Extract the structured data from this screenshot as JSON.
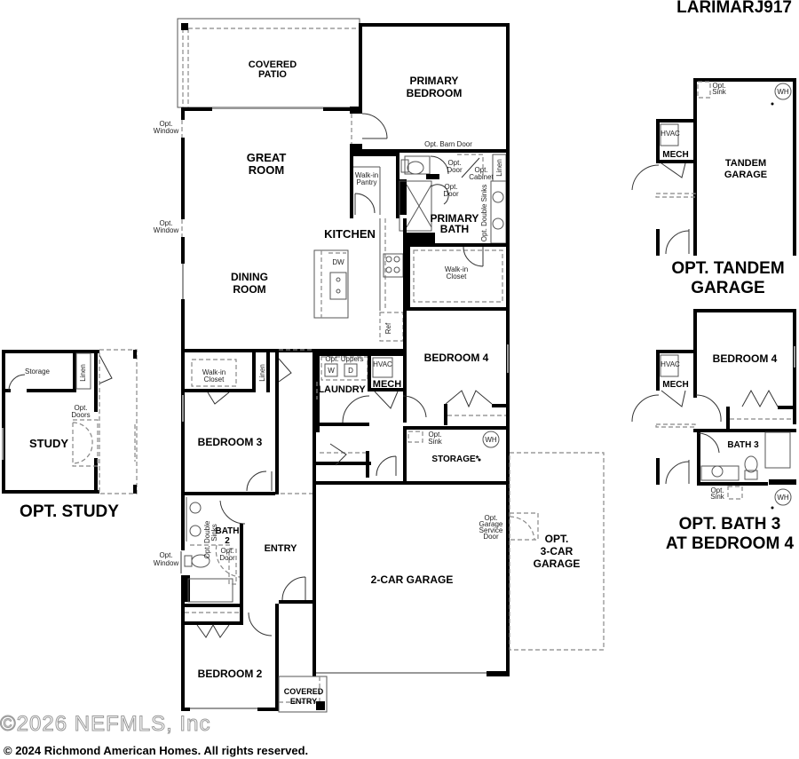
{
  "plan": {
    "code": "LARIMARJ917",
    "copyright": "© 2024 Richmond American Homes. All rights reserved.",
    "watermark": "©2026 NEFMLS, Inc"
  },
  "main_plan": {
    "rooms": {
      "covered_patio": [
        "COVERED",
        "PATIO"
      ],
      "primary_bedroom": [
        "PRIMARY",
        "BEDROOM"
      ],
      "great_room": [
        "GREAT",
        "ROOM"
      ],
      "kitchen": "KITCHEN",
      "dining_room": [
        "DINING",
        "ROOM"
      ],
      "primary_bath": [
        "PRIMARY",
        "BATH"
      ],
      "bedroom_4": "BEDROOM 4",
      "laundry": "LAUNDRY",
      "mech": "MECH",
      "bedroom_3": "BEDROOM 3",
      "storage": "STORAGE*",
      "bath_2": [
        "BATH",
        "2"
      ],
      "entry": "ENTRY",
      "two_car_garage": "2-CAR GARAGE",
      "opt_three_car_garage": [
        "OPT.",
        "3-CAR",
        "GARAGE"
      ],
      "bedroom_2": "BEDROOM 2",
      "covered_entry": [
        "COVERED",
        "ENTRY"
      ]
    },
    "notes": {
      "opt_window_1": [
        "Opt.",
        "Window"
      ],
      "opt_window_2": [
        "Opt.",
        "Window"
      ],
      "opt_window_3": [
        "Opt.",
        "Window"
      ],
      "walk_in_pantry": [
        "Walk-in",
        "Pantry"
      ],
      "opt_barn_door": "Opt. Barn Door",
      "opt_door_wc": [
        "Opt.",
        "Door"
      ],
      "opt_cabinet": [
        "Opt.",
        "Cabinet"
      ],
      "linen_primary": "Linen",
      "opt_door_shower": [
        "Opt.",
        "Door"
      ],
      "opt_double_sinks_primary": "Opt. Double Sinks",
      "walk_in_closet_primary": [
        "Walk-in",
        "Closet"
      ],
      "dw": "DW",
      "ref": "Ref",
      "opt_uppers": "Opt. Uppers",
      "washer": "W",
      "dryer": "D",
      "hvac": "HVAC",
      "walk_in_closet_bed3": [
        "Walk-in",
        "Closet"
      ],
      "linen_hall": "Linen",
      "opt_sink": [
        "Opt.",
        "Sink"
      ],
      "wh": "WH",
      "opt_double_sinks_bath2": [
        "Opt. Double",
        "Sinks"
      ],
      "opt_door_bath2": [
        "Opt.",
        "Door"
      ],
      "opt_garage_service_door": [
        "Opt.",
        "Garage",
        "Service",
        "Door"
      ]
    }
  },
  "opt_study": {
    "title": "OPT. STUDY",
    "room": "STUDY",
    "storage": "Storage",
    "linen": "Linen",
    "opt_doors": [
      "Opt.",
      "Doors"
    ]
  },
  "opt_tandem": {
    "title": [
      "OPT. TANDEM",
      "GARAGE"
    ],
    "room": [
      "TANDEM",
      "GARAGE"
    ],
    "mech": "MECH",
    "hvac": "HVAC",
    "opt_sink": [
      "Opt.",
      "Sink"
    ],
    "wh": "WH"
  },
  "opt_bath3": {
    "title": [
      "OPT. BATH 3",
      "AT BEDROOM 4"
    ],
    "bedroom": "BEDROOM 4",
    "bath": "BATH 3",
    "mech": "MECH",
    "hvac": "HVAC",
    "opt_sink": [
      "Opt.",
      "Sink"
    ],
    "wh": "WH"
  }
}
